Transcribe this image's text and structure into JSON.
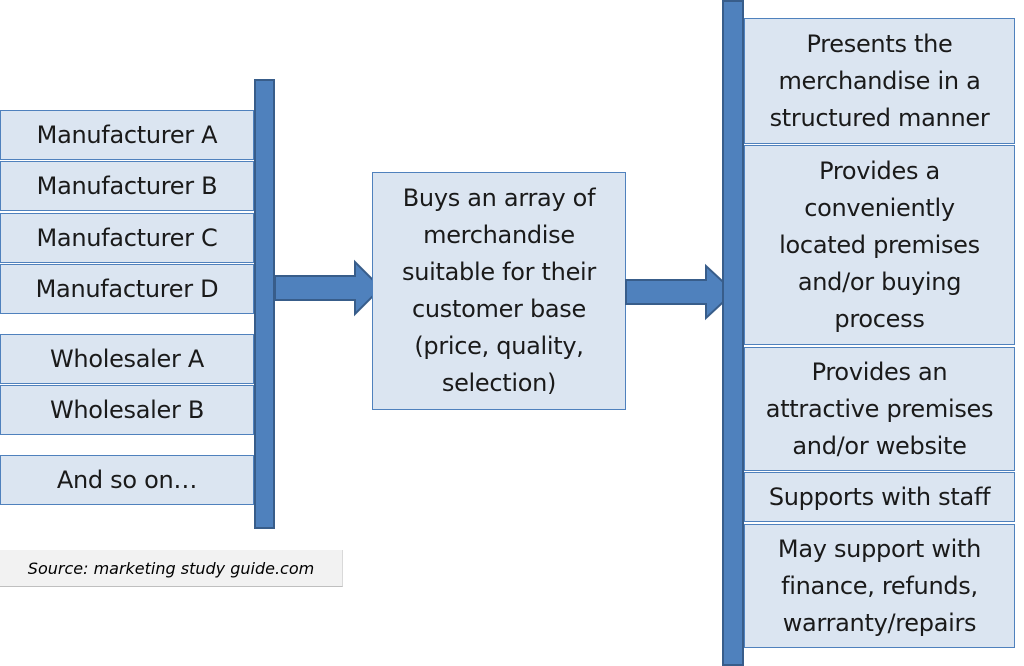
{
  "suppliers": [
    "Manufacturer A",
    "Manufacturer B",
    "Manufacturer C",
    "Manufacturer D",
    "Wholesaler A",
    "Wholesaler B",
    "And so on…"
  ],
  "retailer_function": "Buys an array of\nmerchandise\nsuitable for their\ncustomer base\n(price, quality,\nselection)",
  "value_added": [
    "Presents the\nmerchandise in a\nstructured manner",
    "Provides a\nconveniently\nlocated premises\nand/or buying\nprocess",
    "Provides an\nattractive premises\nand/or website",
    "Supports with staff",
    "May support with\nfinance, refunds,\nwarranty/repairs"
  ],
  "source": "Source: marketing study guide.com",
  "colors": {
    "box_fill": "#dbe5f1",
    "box_border": "#4f81bd",
    "bar_fill": "#4f81bd",
    "bar_border": "#385d8a"
  }
}
